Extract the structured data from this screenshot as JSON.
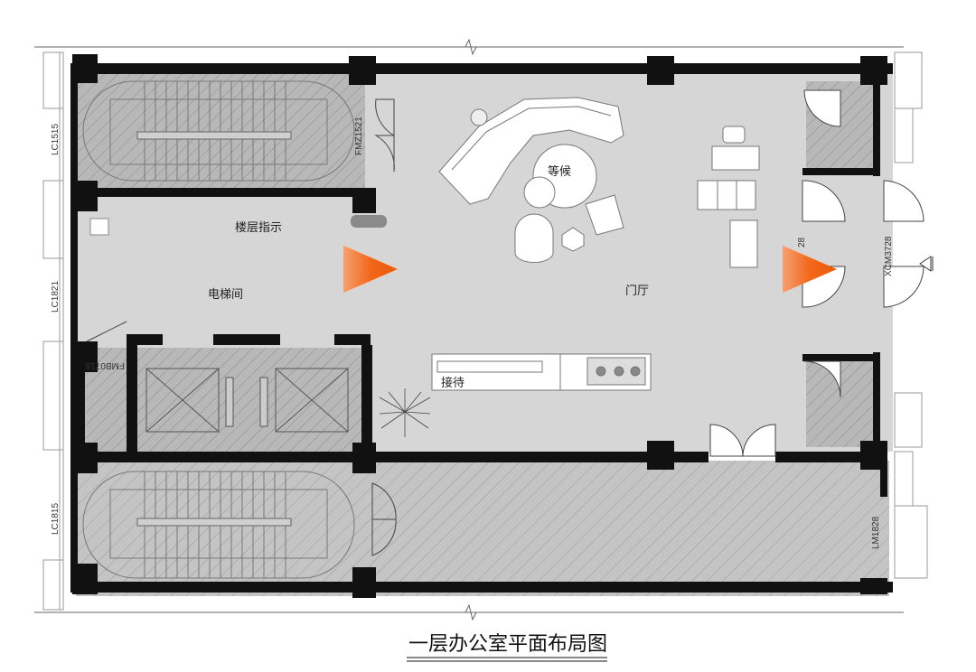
{
  "title": "一层办公室平面布局图",
  "rooms": {
    "waiting": "等候",
    "floor_sign": "楼层指示",
    "elevator_hall": "电梯间",
    "lobby": "门厅",
    "reception": "接待"
  },
  "codes": {
    "lc1515": "LC1515",
    "lc1821": "LC1821",
    "lc1815": "LC1815",
    "fmz1521": "FMZ1521",
    "fmb0718": "FMB0718",
    "m28": "28",
    "xcm3728": "XCM3728",
    "lm1828": "LM1828"
  },
  "colors": {
    "wall": "#111111",
    "floor": "#d8d8d8",
    "hatch_area": "#b9b9b9",
    "accent": "#f26a1b",
    "furniture": "#ffffff"
  }
}
